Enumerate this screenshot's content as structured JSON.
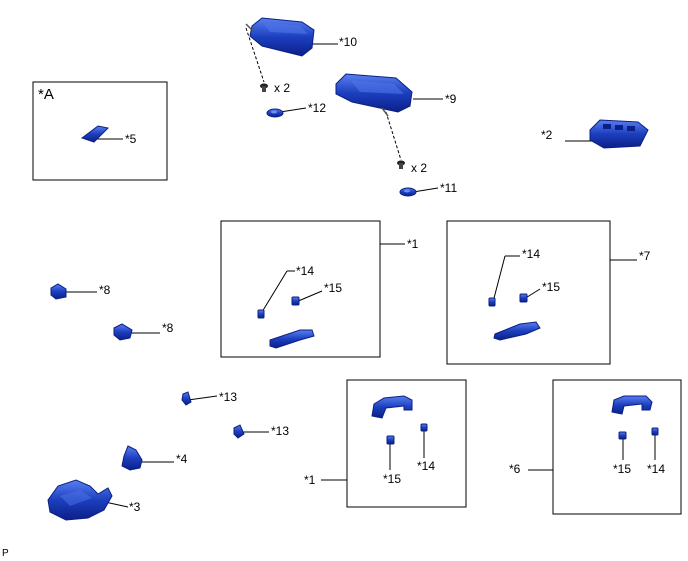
{
  "colors": {
    "part_fill": "#1c3fbf",
    "part_dark": "#0b1f86",
    "part_light": "#4e74e6",
    "line": "#000000",
    "background": "#ffffff"
  },
  "labels": {
    "A": "*A",
    "l1a": "*1",
    "l1b": "*1",
    "l2": "*2",
    "l3": "*3",
    "l4": "*4",
    "l5": "*5",
    "l6": "*6",
    "l7": "*7",
    "l8a": "*8",
    "l8b": "*8",
    "l9": "*9",
    "l10": "*10",
    "l11": "*11",
    "l12": "*12",
    "l13a": "*13",
    "l13b": "*13",
    "l14a": "*14",
    "l14b": "*14",
    "l14c": "*14",
    "l14d": "*14",
    "l15a": "*15",
    "l15b": "*15",
    "l15c": "*15",
    "l15d": "*15",
    "x2a": "x 2",
    "x2b": "x 2",
    "P": "P"
  }
}
